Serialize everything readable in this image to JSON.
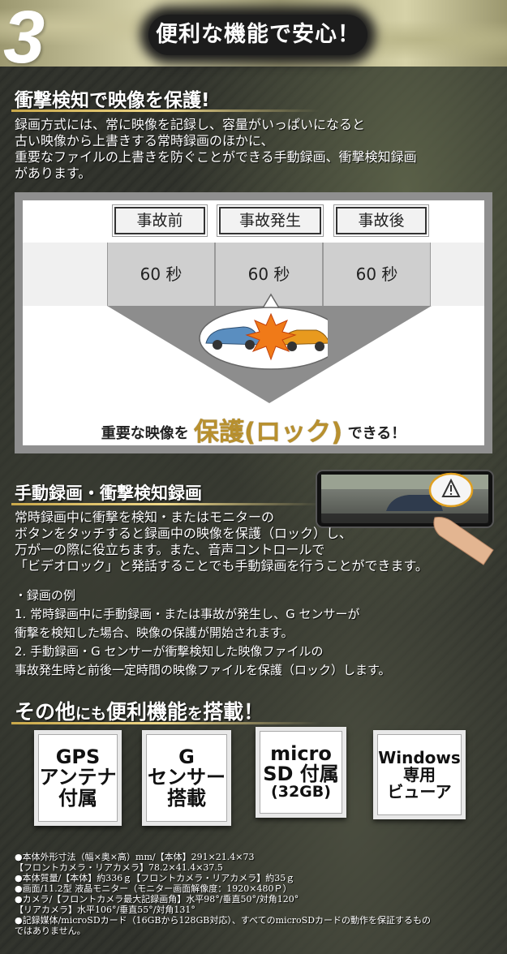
{
  "header": {
    "section_number": "3",
    "title": "便利な機能で安心！"
  },
  "impact_section": {
    "heading": "衝撃検知で映像を保護!",
    "body": [
      "録画方式には、常に映像を記録し、容量がいっぱいになると",
      "古い映像から上書きする常時録画のほかに、",
      "重要なファイルの上書きを防ぐことができる手動録画、衝撃検知録画",
      "があります。"
    ]
  },
  "diagram": {
    "labels": [
      "事故前",
      "事故発生",
      "事故後"
    ],
    "segments": [
      "60 秒",
      "60 秒",
      "60 秒"
    ],
    "conclusion_pre": "重要な映像を",
    "conclusion_big": "保護(ロック)",
    "conclusion_post": "できる！",
    "colors": {
      "car_left": "#5a8ec0",
      "car_right": "#e89a1e",
      "burst": "#f07a18",
      "gold": "#b8902e"
    }
  },
  "manual_section": {
    "heading": "手動録画・衝撃検知録画",
    "body": [
      "常時録画中に衝撃を検知・またはモニターの",
      "ボタンをタッチすると録画中の映像を保護（ロック）し、",
      "万が一の際に役立ちます。また、音声コントロールで",
      "「ビデオロック」と発話することでも手動録画を行うことができます。"
    ],
    "examples": [
      "・録画の例",
      "1.  常時録画中に手動録画・または事故が発生し、G センサーが",
      "衝撃を検知した場合、映像の保護が開始されます。",
      "2.  手動録画・G センサーが衝撃検知した映像ファイルの",
      "事故発生時と前後一定時間の映像ファイルを保護（ロック）します。"
    ]
  },
  "features_section": {
    "heading_parts": [
      "その他",
      "にも",
      "便利機能",
      "を",
      "搭載！"
    ],
    "tiles": [
      {
        "lines": [
          "GPS",
          "アンテナ",
          "付属"
        ]
      },
      {
        "lines": [
          "G",
          "センサー",
          "搭載"
        ]
      },
      {
        "lines": [
          "micro",
          "SD 付属",
          "(32GB)"
        ]
      },
      {
        "lines": [
          "Windows",
          "専用",
          "ビューア"
        ]
      }
    ]
  },
  "specs": [
    "●本体外形寸法（幅×奥×高）mm/【本体】291×21.4×73",
    "【フロントカメラ・リアカメラ】78.2×41.4×37.5",
    "●本体質量/【本体】約336ｇ【フロントカメラ・リアカメラ】約35ｇ",
    "●画面/11.2型 液晶モニター（モニター画面解像度：1920×480Ｐ）",
    "●カメラ/【フロントカメラ最大記録画角】水平98°/垂直50°/対角120°",
    "【リアカメラ】水平106°/垂直55°/対角131°",
    "●記録媒体/microSDカード（16GBから128GB対応）、すべてのmicroSDカードの動作を保証するもの",
    "ではありません。"
  ]
}
